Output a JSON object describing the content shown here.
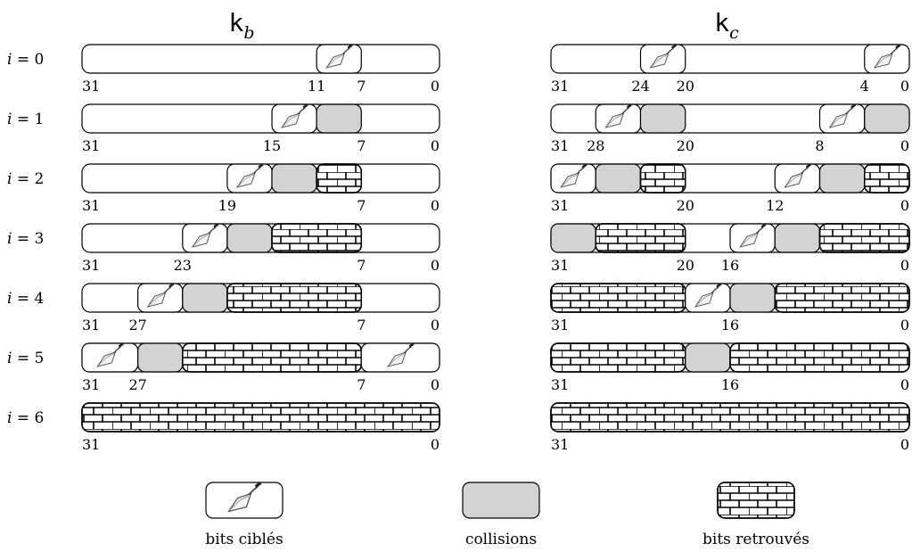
{
  "titles": {
    "left": {
      "main": "k",
      "sub": "b"
    },
    "right": {
      "main": "k",
      "sub": "c"
    }
  },
  "row_labels": [
    {
      "var": "i",
      "eq": "= 0"
    },
    {
      "var": "i",
      "eq": "= 1"
    },
    {
      "var": "i",
      "eq": "= 2"
    },
    {
      "var": "i",
      "eq": "= 3"
    },
    {
      "var": "i",
      "eq": "= 4"
    },
    {
      "var": "i",
      "eq": "= 5"
    },
    {
      "var": "i",
      "eq": "= 6"
    }
  ],
  "panels": {
    "left": {
      "bit_width": 32,
      "rows": [
        {
          "segments": [
            {
              "type": "targeted",
              "from": 11,
              "to": 7
            }
          ],
          "ticks": [
            31,
            11,
            7,
            0
          ]
        },
        {
          "segments": [
            {
              "type": "targeted",
              "from": 15,
              "to": 11
            },
            {
              "type": "collision",
              "from": 11,
              "to": 7
            }
          ],
          "ticks": [
            31,
            15,
            7,
            0
          ]
        },
        {
          "segments": [
            {
              "type": "targeted",
              "from": 19,
              "to": 15
            },
            {
              "type": "collision",
              "from": 15,
              "to": 11
            },
            {
              "type": "recovered",
              "from": 11,
              "to": 7
            }
          ],
          "ticks": [
            31,
            19,
            7,
            0
          ]
        },
        {
          "segments": [
            {
              "type": "targeted",
              "from": 23,
              "to": 19
            },
            {
              "type": "collision",
              "from": 19,
              "to": 15
            },
            {
              "type": "recovered",
              "from": 15,
              "to": 7
            }
          ],
          "ticks": [
            31,
            23,
            7,
            0
          ]
        },
        {
          "segments": [
            {
              "type": "targeted",
              "from": 27,
              "to": 23
            },
            {
              "type": "collision",
              "from": 23,
              "to": 19
            },
            {
              "type": "recovered",
              "from": 19,
              "to": 7
            }
          ],
          "ticks": [
            31,
            27,
            7,
            0
          ]
        },
        {
          "segments": [
            {
              "type": "targeted",
              "from": 32,
              "to": 27
            },
            {
              "type": "collision",
              "from": 27,
              "to": 23
            },
            {
              "type": "recovered",
              "from": 23,
              "to": 7
            },
            {
              "type": "targeted",
              "from": 7,
              "to": 0
            }
          ],
          "ticks": [
            31,
            27,
            7,
            0
          ]
        },
        {
          "segments": [
            {
              "type": "recovered",
              "from": 32,
              "to": 0
            }
          ],
          "ticks": [
            31,
            0
          ]
        }
      ]
    },
    "right": {
      "bit_width": 32,
      "rows": [
        {
          "segments": [
            {
              "type": "targeted",
              "from": 24,
              "to": 20
            },
            {
              "type": "targeted",
              "from": 4,
              "to": 0
            }
          ],
          "ticks": [
            31,
            24,
            20,
            4,
            0
          ]
        },
        {
          "segments": [
            {
              "type": "targeted",
              "from": 28,
              "to": 24
            },
            {
              "type": "collision",
              "from": 24,
              "to": 20
            },
            {
              "type": "targeted",
              "from": 8,
              "to": 4
            },
            {
              "type": "collision",
              "from": 4,
              "to": 0
            }
          ],
          "ticks": [
            31,
            28,
            20,
            8,
            0
          ]
        },
        {
          "segments": [
            {
              "type": "targeted",
              "from": 32,
              "to": 28
            },
            {
              "type": "collision",
              "from": 28,
              "to": 24
            },
            {
              "type": "recovered",
              "from": 24,
              "to": 20
            },
            {
              "type": "targeted",
              "from": 12,
              "to": 8
            },
            {
              "type": "collision",
              "from": 8,
              "to": 4
            },
            {
              "type": "recovered",
              "from": 4,
              "to": 0
            }
          ],
          "ticks": [
            31,
            20,
            12,
            0
          ]
        },
        {
          "segments": [
            {
              "type": "collision",
              "from": 32,
              "to": 28
            },
            {
              "type": "recovered",
              "from": 28,
              "to": 20
            },
            {
              "type": "targeted",
              "from": 16,
              "to": 12
            },
            {
              "type": "collision",
              "from": 12,
              "to": 8
            },
            {
              "type": "recovered",
              "from": 8,
              "to": 0
            }
          ],
          "ticks": [
            31,
            20,
            16,
            0
          ]
        },
        {
          "segments": [
            {
              "type": "recovered",
              "from": 32,
              "to": 20
            },
            {
              "type": "targeted",
              "from": 20,
              "to": 16
            },
            {
              "type": "collision",
              "from": 16,
              "to": 12
            },
            {
              "type": "recovered",
              "from": 12,
              "to": 0
            }
          ],
          "ticks": [
            31,
            16,
            0
          ]
        },
        {
          "segments": [
            {
              "type": "recovered",
              "from": 32,
              "to": 20
            },
            {
              "type": "collision",
              "from": 20,
              "to": 16
            },
            {
              "type": "recovered",
              "from": 16,
              "to": 0
            }
          ],
          "ticks": [
            31,
            16,
            0
          ]
        },
        {
          "segments": [
            {
              "type": "recovered",
              "from": 32,
              "to": 0
            }
          ],
          "ticks": [
            31,
            0
          ]
        }
      ]
    }
  },
  "legend": [
    {
      "type": "targeted",
      "label": "bits ciblés"
    },
    {
      "type": "collision",
      "label": "collisions"
    },
    {
      "type": "recovered",
      "label": "bits retrouvés"
    }
  ],
  "colors": {
    "collision_fill": "#d3d3d3",
    "stroke": "#000000",
    "background": "#ffffff"
  },
  "icons": {
    "targeted": "trowel-icon",
    "recovered": "brick-wall-icon"
  }
}
